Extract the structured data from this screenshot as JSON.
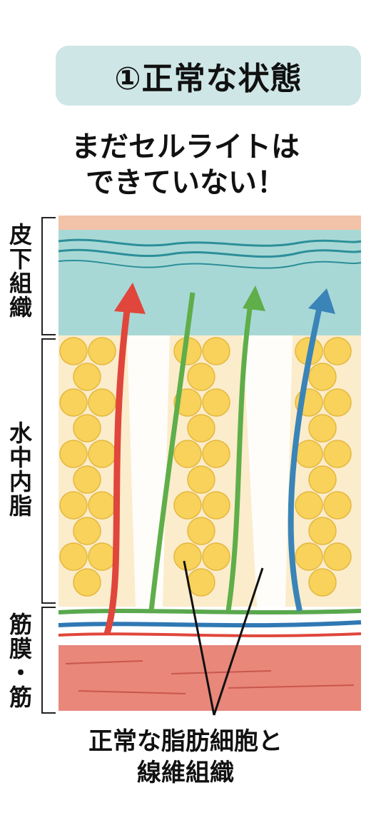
{
  "header": {
    "title": "①正常な状態"
  },
  "subtitle": {
    "line1": "まだセルライトは",
    "line2": "できていない！"
  },
  "labels": {
    "skin": "皮下組織",
    "fat": "水中内脂",
    "fascia": "筋膜・筋"
  },
  "caption": {
    "line1": "正常な脂肪細胞と",
    "line2": "線維組織"
  },
  "colors": {
    "header_bg": "#cfe6e6",
    "dermis": "#a8d8d6",
    "skin_top": "#f2c3a8",
    "fat_bg": "#fbeccb",
    "fat_cell": "#f8d25a",
    "fascia_green": "#5aa84e",
    "fascia_blue": "#2f78b4",
    "muscle": "#e9877a",
    "arrow_red": "#e0463b",
    "arrow_green": "#5fae4a",
    "arrow_blue": "#3a84b8"
  }
}
